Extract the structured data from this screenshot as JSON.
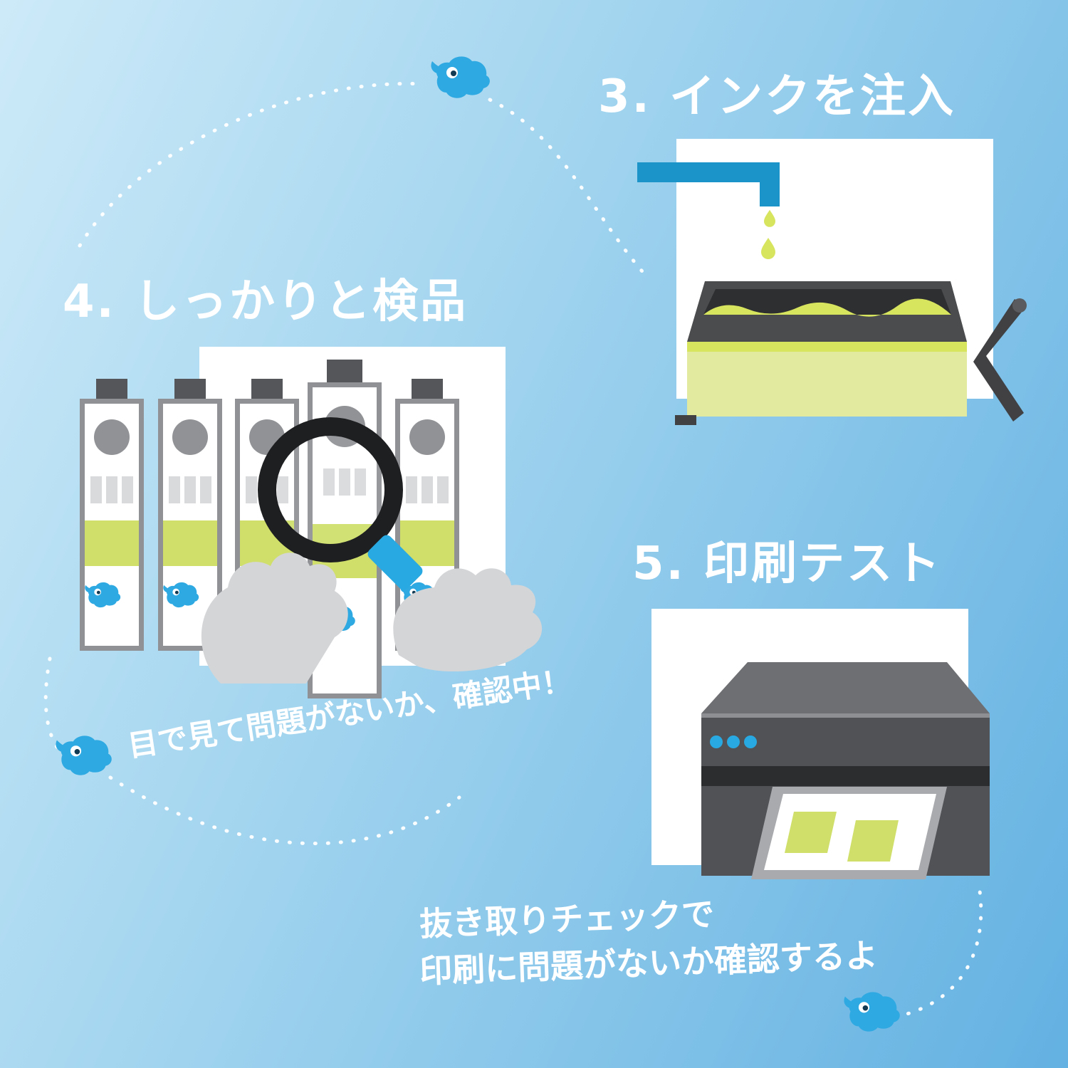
{
  "page": {
    "bg_from": "#cdeaf8",
    "bg_to": "#63b1e2"
  },
  "steps": {
    "step3": {
      "title": "3. インクを注入"
    },
    "step4": {
      "title": "4. しっかりと検品",
      "caption": "目で見て問題がないか、確認中！"
    },
    "step5": {
      "title": "5. 印刷テスト",
      "caption_line1": "抜き取りチェックで",
      "caption_line2": "印刷に問題がないか確認するよ"
    }
  },
  "icons": {
    "mascot": "rhino-mascot",
    "magnifier": "magnifying-glass",
    "drops": "ink-drops"
  },
  "colors": {
    "accent_blue": "#29a9e1",
    "pipe_blue": "#1b94c9",
    "ink_green": "#d7e45e",
    "band_green": "#cfdf6a",
    "pale_green": "#e1ea9e",
    "dark_gray": "#4b4c4e",
    "mid_gray": "#6e6f72",
    "light_gray": "#d4d5d7",
    "bg_from": "#cdeaf8",
    "bg_to": "#63b1e2"
  }
}
